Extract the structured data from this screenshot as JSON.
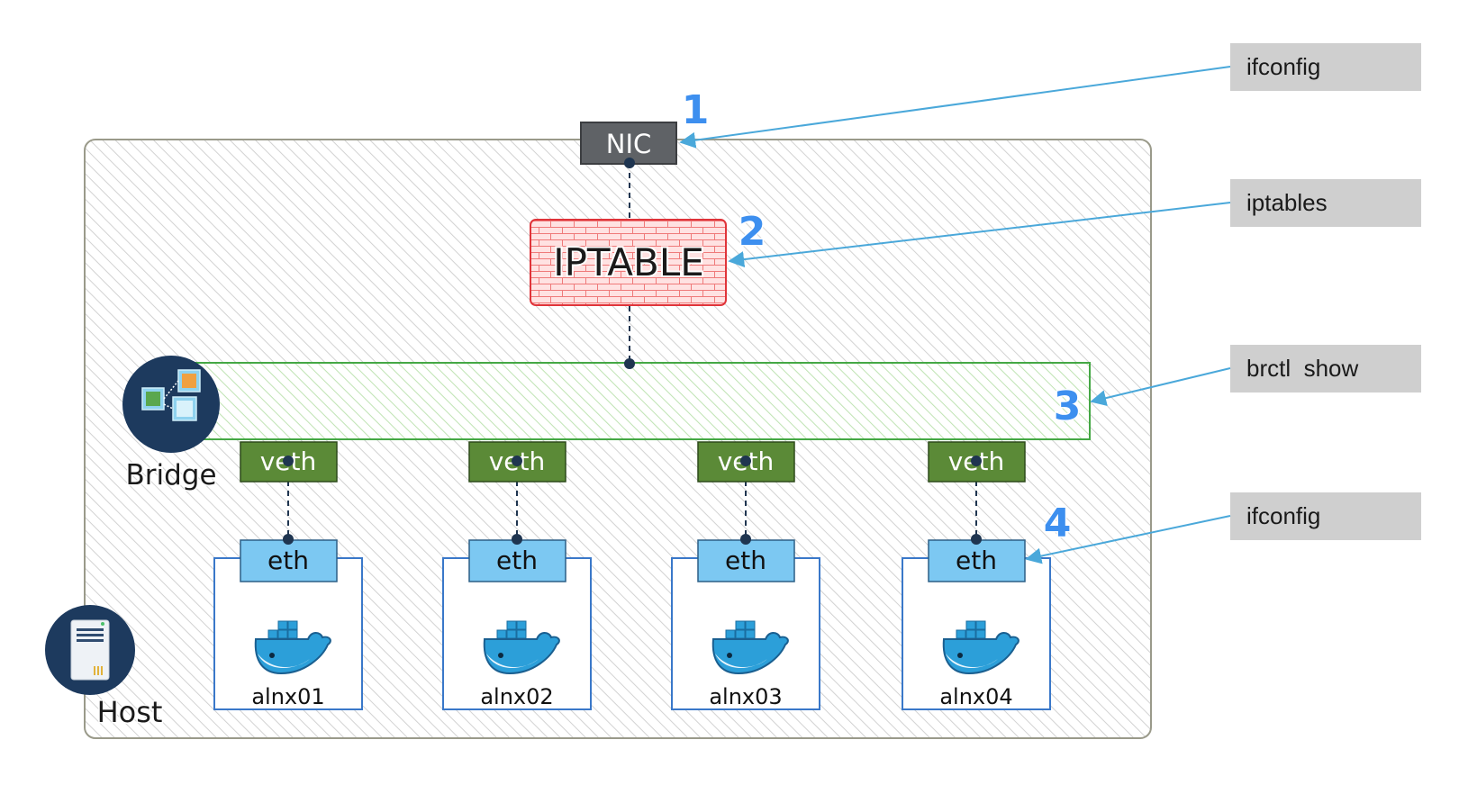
{
  "nic": {
    "label": "NIC",
    "number": "1"
  },
  "iptable": {
    "label": "IPTABLE",
    "number": "2"
  },
  "bridge": {
    "label": "Bridge",
    "number": "3",
    "icon": "bridge-icon"
  },
  "host": {
    "label": "Host",
    "icon": "server-icon"
  },
  "containers": [
    {
      "veth": "veth",
      "eth": "eth",
      "name": "alnx01",
      "icon": "docker-whale-icon"
    },
    {
      "veth": "veth",
      "eth": "eth",
      "name": "alnx02",
      "icon": "docker-whale-icon"
    },
    {
      "veth": "veth",
      "eth": "eth",
      "name": "alnx03",
      "icon": "docker-whale-icon"
    },
    {
      "veth": "veth",
      "eth": "eth",
      "name": "alnx04",
      "icon": "docker-whale-icon"
    }
  ],
  "eth_number": "4",
  "commands": [
    {
      "label": "ifconfig"
    },
    {
      "label": "iptables"
    },
    {
      "label": "brctl  show"
    },
    {
      "label": "ifconfig"
    }
  ],
  "colors": {
    "nic": "#5f6266",
    "iptable_fill": "#ffd6d6",
    "iptable_border": "#e0343a",
    "veth": "#5b8a37",
    "eth": "#7cc8f2",
    "container_border": "#3a78c9",
    "bridge_border": "#45a845",
    "command_box": "#cfcfcf",
    "arrow": "#4aa8da",
    "number": "#3d8fef"
  }
}
